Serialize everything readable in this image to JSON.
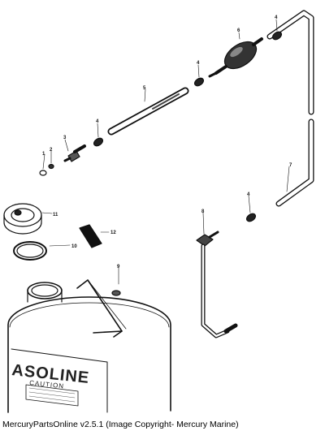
{
  "callouts": {
    "p1": "1",
    "p2": "2",
    "p3": "3",
    "p4a": "4",
    "p4b": "4",
    "p4c": "4",
    "p4d": "4",
    "p5": "5",
    "p6": "6",
    "p7": "7",
    "p8": "8",
    "p9": "9",
    "p10": "10",
    "p11": "11",
    "p12": "12"
  },
  "tank": {
    "label_main": "ASOLINE",
    "label_sub": "CAUTION"
  },
  "footer": "MercuryPartsOnline v2.5.1 (Image Copyright- Mercury Marine)"
}
